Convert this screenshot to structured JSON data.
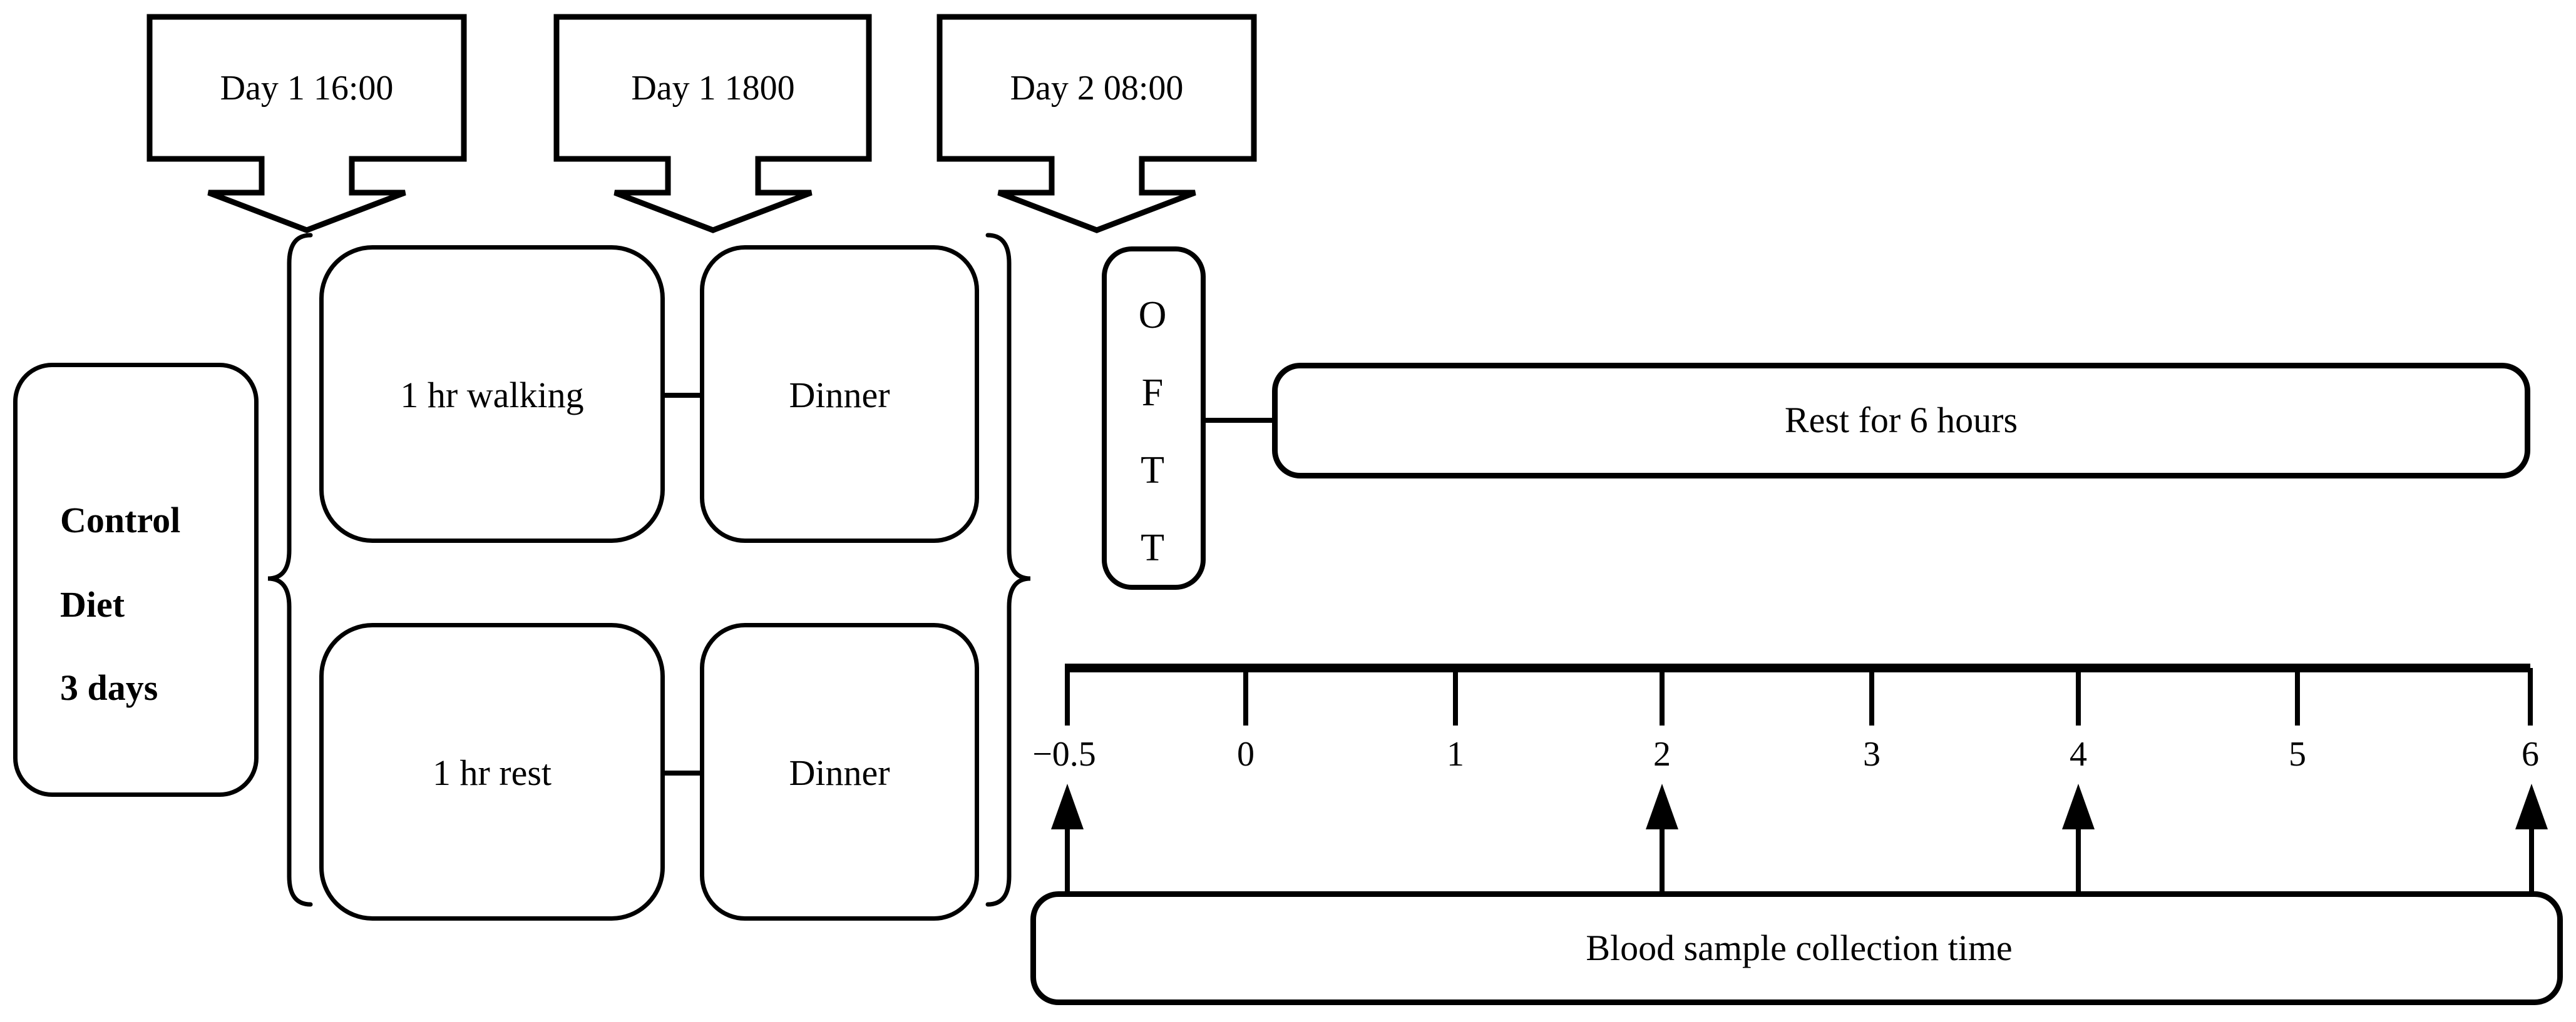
{
  "figure": {
    "background_color": "#ffffff",
    "ink_color": "#000000",
    "description": "Study protocol diagram: control diet, evening walking or rest before dinner, next-morning OFTT with 6-hour rest and timed blood sampling"
  },
  "callouts": [
    {
      "label": "Day 1 16:00"
    },
    {
      "label": "Day 1 1800"
    },
    {
      "label": "Day 2 08:00"
    }
  ],
  "control_box": {
    "line1": "Control",
    "line2": "Diet",
    "line3": "3 days"
  },
  "rows": [
    {
      "activity": "1 hr walking",
      "meal": "Dinner"
    },
    {
      "activity": "1 hr rest",
      "meal": "Dinner"
    }
  ],
  "oftt": {
    "letter1": "O",
    "letter2": "F",
    "letter3": "T",
    "letter4": "T"
  },
  "rest_box": {
    "label": "Rest for 6 hours"
  },
  "timeline": {
    "tick0": "−0.5",
    "tick1": "0",
    "tick2": "1",
    "tick3": "2",
    "tick4": "3",
    "tick5": "4",
    "tick6": "5",
    "tick7": "6",
    "arrow_times": [
      "−0.5",
      "2",
      "4",
      "6"
    ]
  },
  "blood_box": {
    "label": "Blood sample collection time"
  }
}
